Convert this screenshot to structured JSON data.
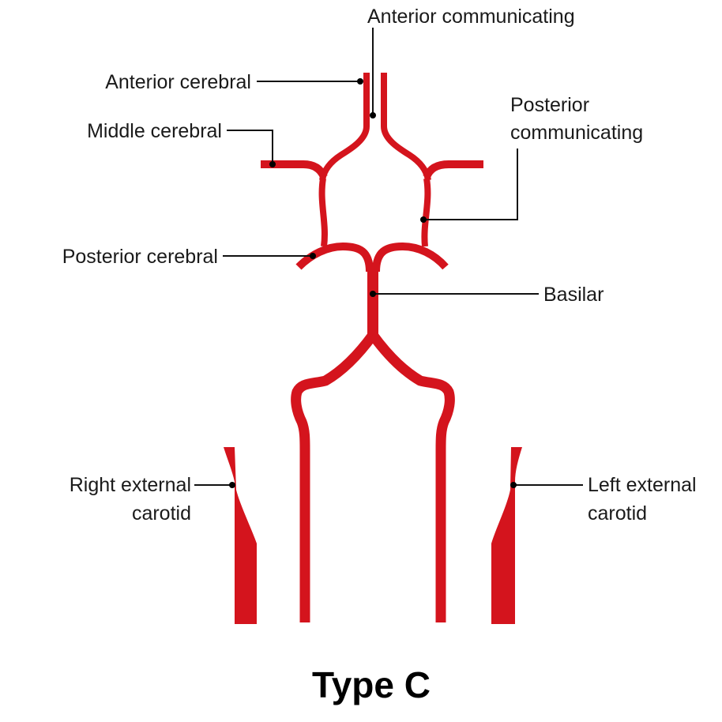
{
  "diagram": {
    "title": "Type C",
    "vessel_color": "#d4141d",
    "labels": {
      "anterior_communicating": "Anterior communicating",
      "anterior_cerebral": "Anterior cerebral",
      "middle_cerebral": "Middle cerebral",
      "posterior_communicating_line1": "Posterior",
      "posterior_communicating_line2": "communicating",
      "posterior_cerebral": "Posterior cerebral",
      "basilar": "Basilar",
      "right_external_carotid_line1": "Right external",
      "right_external_carotid_line2": "carotid",
      "left_external_carotid_line1": "Left external",
      "left_external_carotid_line2": "carotid"
    }
  }
}
